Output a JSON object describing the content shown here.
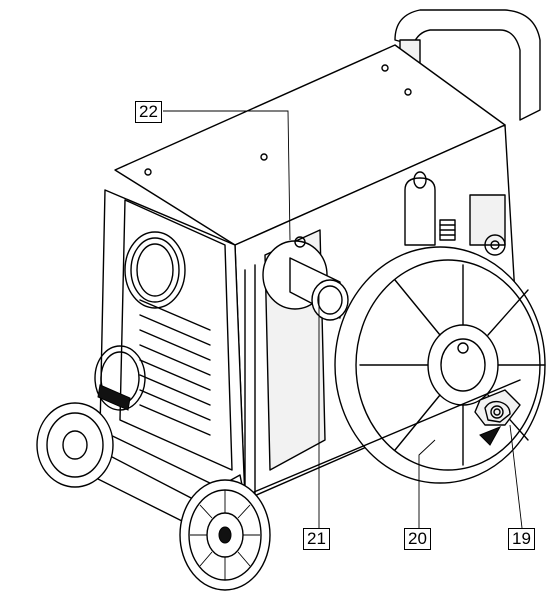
{
  "callouts": {
    "c22": "22",
    "c21": "21",
    "c20": "20",
    "c19": "19"
  },
  "colors": {
    "line": "#000000",
    "background": "#ffffff"
  }
}
